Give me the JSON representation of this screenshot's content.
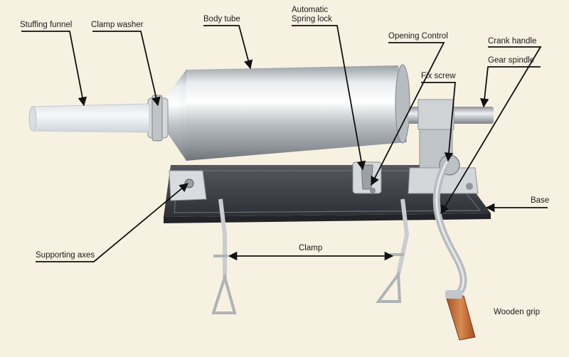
{
  "labels": {
    "stuffing_funnel": "Stuffing funnel",
    "clamp_washer": "Clamp washer",
    "body_tube": "Body tube",
    "automatic_spring_lock": "Automatic\nSpring lock",
    "opening_control": "Opening Control",
    "crank_handle": "Crank handle",
    "gear_spindle": "Gear spindle",
    "fix_screw": "Fix screw",
    "base": "Base",
    "supporting_axes": "Supporting axes",
    "clamp": "Clamp",
    "wooden_grip": "Wooden grip"
  },
  "colors": {
    "background": "#f7f1e2",
    "steel": "#c9ccce",
    "base_plate": "#3b3e44",
    "funnel": "#e8ecef",
    "wooden_grip": "#c8703a",
    "leader_line": "#111111"
  }
}
